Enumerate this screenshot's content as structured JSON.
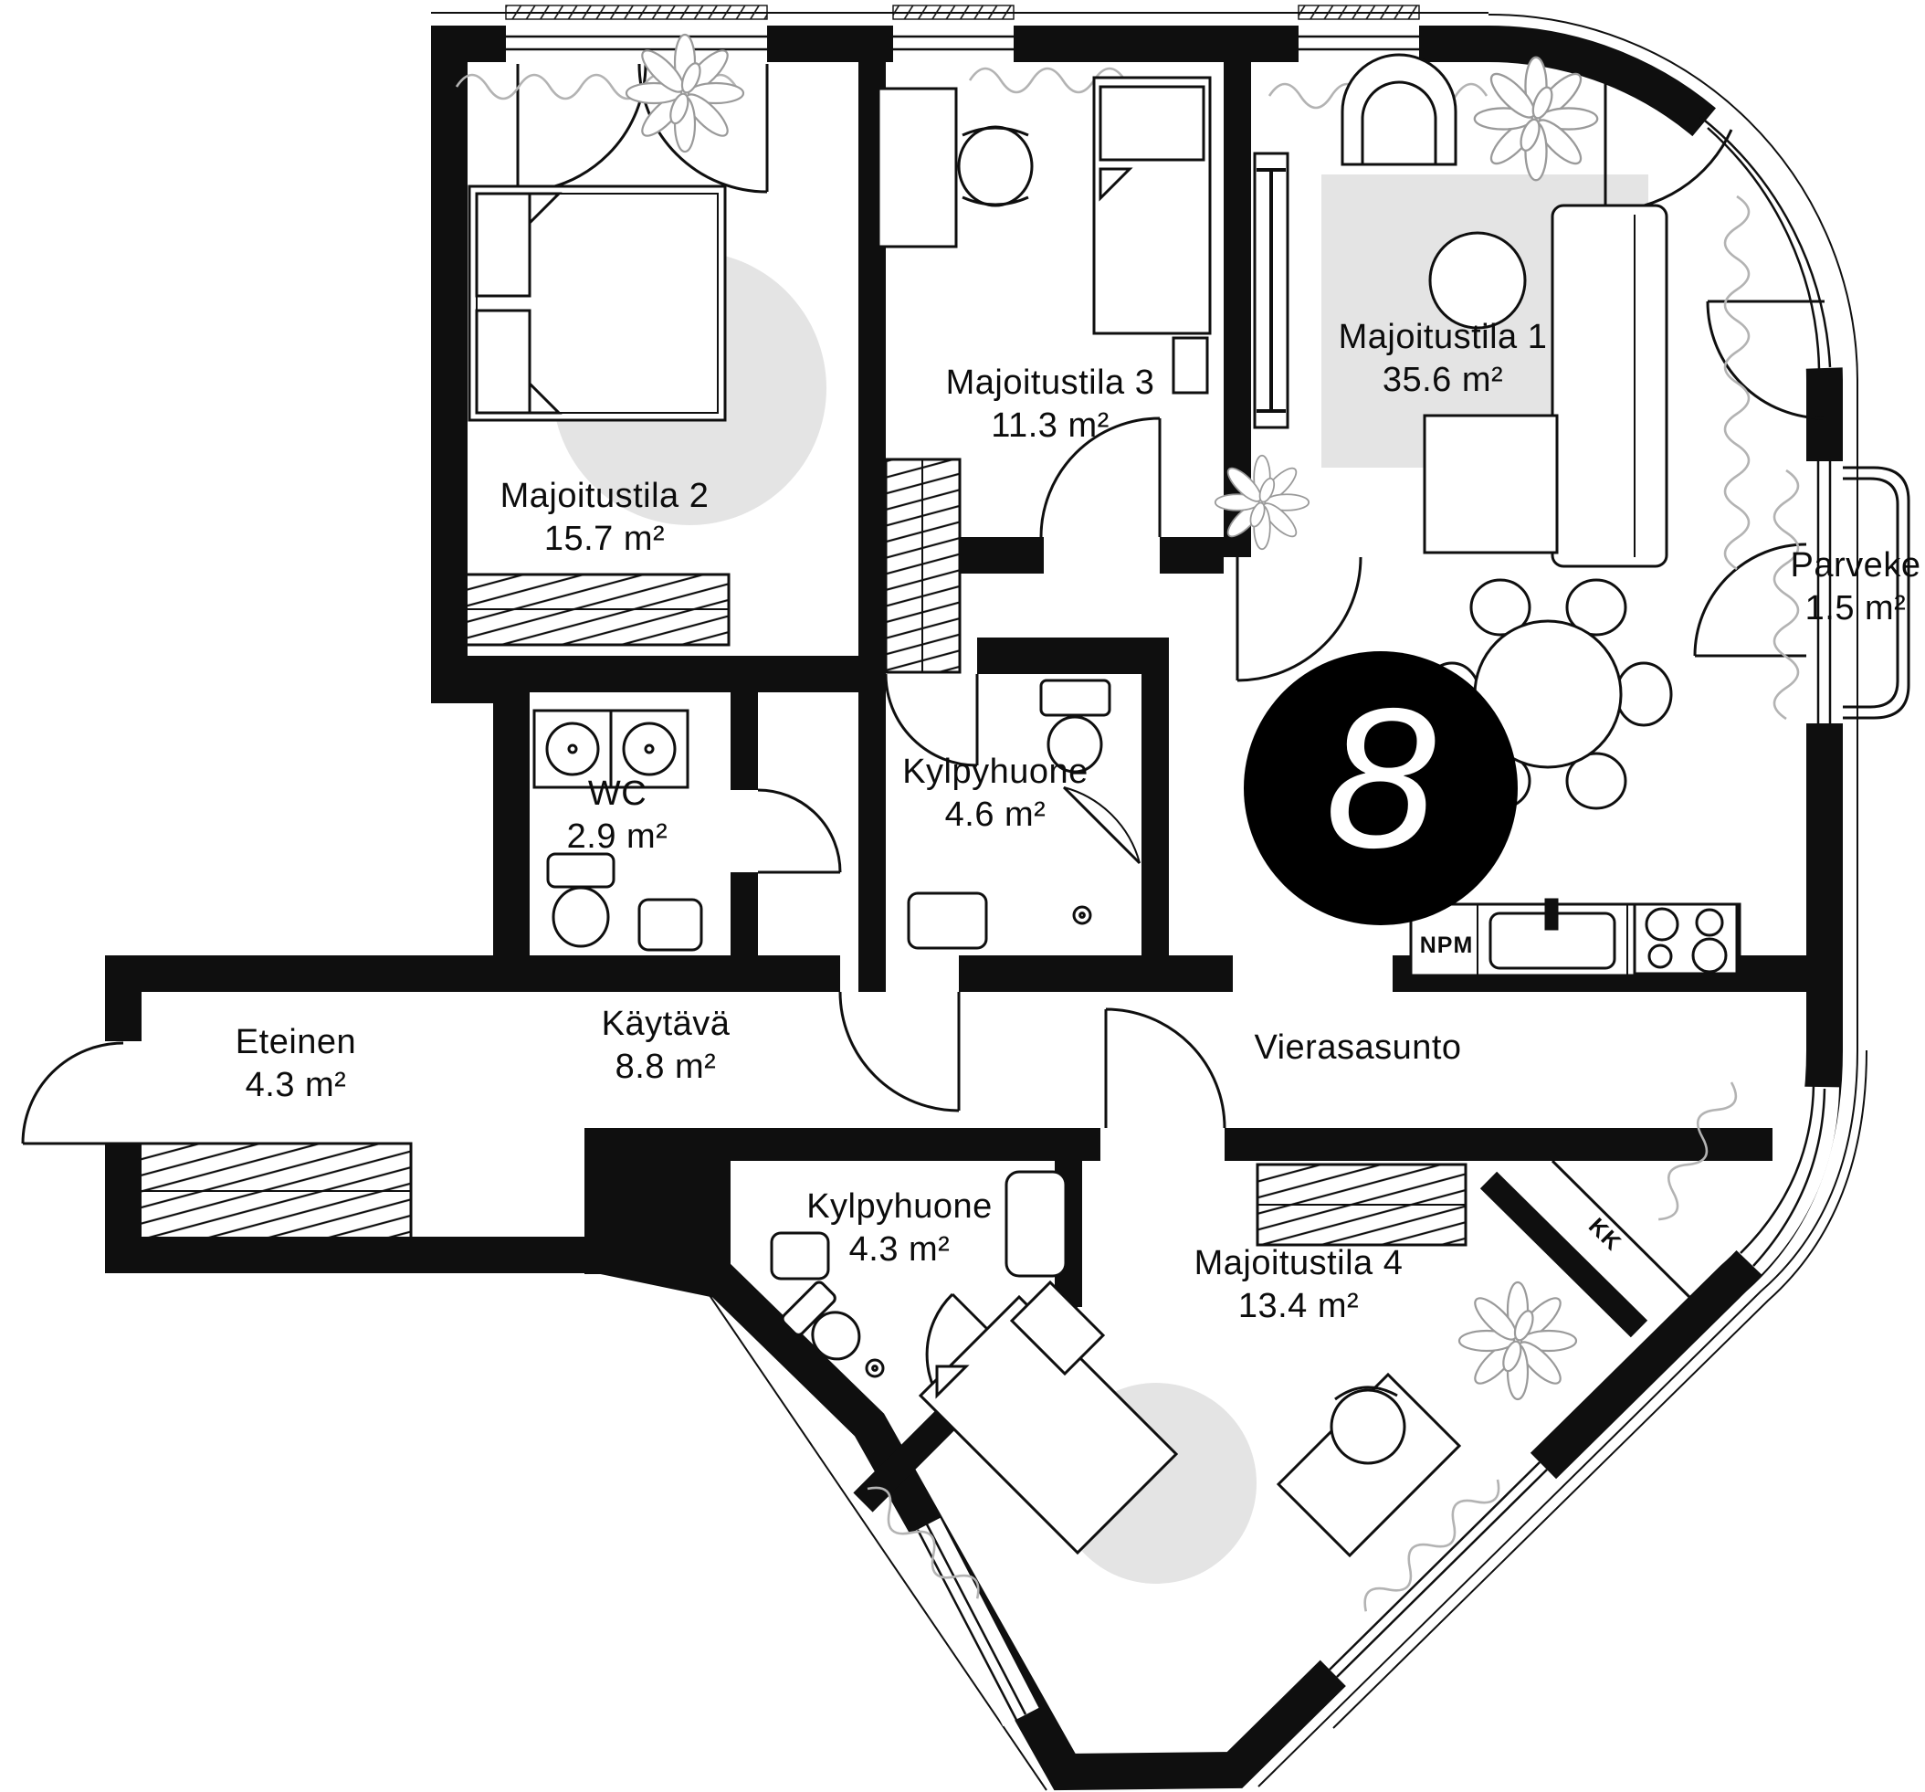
{
  "plan": {
    "unit_label": "8",
    "rooms": {
      "m1": {
        "name": "Majoitustila 1",
        "area": "35.6 m²"
      },
      "m2": {
        "name": "Majoitustila 2",
        "area": "15.7 m²"
      },
      "m3": {
        "name": "Majoitustila 3",
        "area": "11.3 m²"
      },
      "m4": {
        "name": "Majoitustila 4",
        "area": "13.4 m²"
      },
      "bath_main": {
        "name": "Kylpyhuone",
        "area": "4.6 m²"
      },
      "bath_guest": {
        "name": "Kylpyhuone",
        "area": "4.3 m²"
      },
      "wc": {
        "name": "WC",
        "area": "2.9 m²"
      },
      "entry": {
        "name": "Eteinen",
        "area": "4.3 m²"
      },
      "corridor": {
        "name": "Käytävä",
        "area": "8.8 m²"
      },
      "guest_apartment": {
        "name": "Vierasasunto"
      },
      "balcony": {
        "name": "Parveke",
        "area": "1.5 m²"
      }
    },
    "annotations": {
      "kitchen_unit": "NPM",
      "kitchenette": "KK"
    },
    "colors": {
      "wall": "#0f0f0f",
      "rug": "#e4e4e4",
      "curtain": "#b3b3b3",
      "plant": "#9a9a9a",
      "badge_bg": "#000000",
      "badge_text": "#ffffff"
    }
  }
}
